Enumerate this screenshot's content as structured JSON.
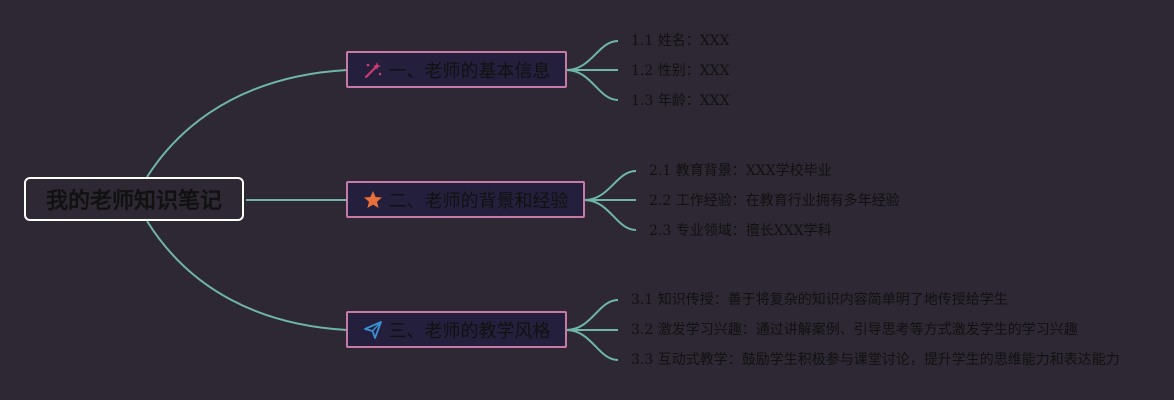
{
  "root": {
    "label": "我的老师知识笔记"
  },
  "branches": [
    {
      "label": "一、老师的基本信息",
      "icon": "magic-wand-icon",
      "color": "#d23a6e",
      "children": [
        "1.1 姓名：XXX",
        "1.2 性别：XXX",
        "1.3 年龄：XXX"
      ]
    },
    {
      "label": "二、老师的背景和经验",
      "icon": "star-icon",
      "color": "#e8703a",
      "children": [
        "2.1 教育背景：XXX学校毕业",
        "2.2 工作经验：在教育行业拥有多年经验",
        "2.3 专业领域：擅长XXX学科"
      ]
    },
    {
      "label": "三、老师的教学风格",
      "icon": "paper-plane-icon",
      "color": "#3a8fd2",
      "children": [
        "3.1 知识传授：善于将复杂的知识内容简单明了地传授给学生",
        "3.2 激发学习兴趣：通过讲解案例、引导思考等方式激发学生的学习兴趣",
        "3.3 互动式教学：鼓励学生积极参与课堂讨论，提升学生的思维能力和表达能力"
      ]
    }
  ],
  "colors": {
    "background": "#2d2833",
    "connector": "#6fb5a8",
    "branch_border": "#c77aa6",
    "branch_fill": "#241f3d",
    "root_border": "#ffffff"
  }
}
